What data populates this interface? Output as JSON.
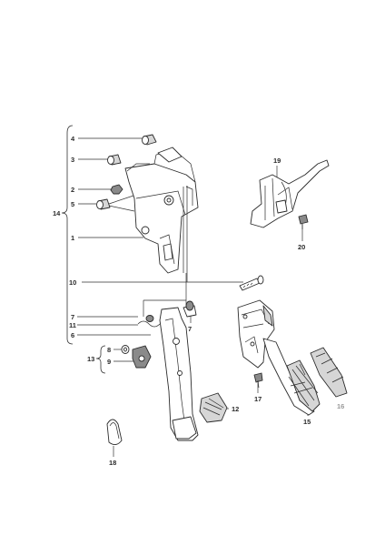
{
  "callouts": {
    "c1": "1",
    "c2": "2",
    "c3": "3",
    "c4": "4",
    "c5": "5",
    "c6": "6",
    "c7a": "7",
    "c7b": "7",
    "c8": "8",
    "c9": "9",
    "c10": "10",
    "c11": "11",
    "c12": "12",
    "c13": "13",
    "c14": "14",
    "c15": "15",
    "c16": "16",
    "c17": "17",
    "c18": "18",
    "c19": "19",
    "c20": "20"
  },
  "colors": {
    "ink": "#2b2b2b",
    "fill_grey": "#d6d6d6",
    "callout_16": "#9a9a9a"
  }
}
